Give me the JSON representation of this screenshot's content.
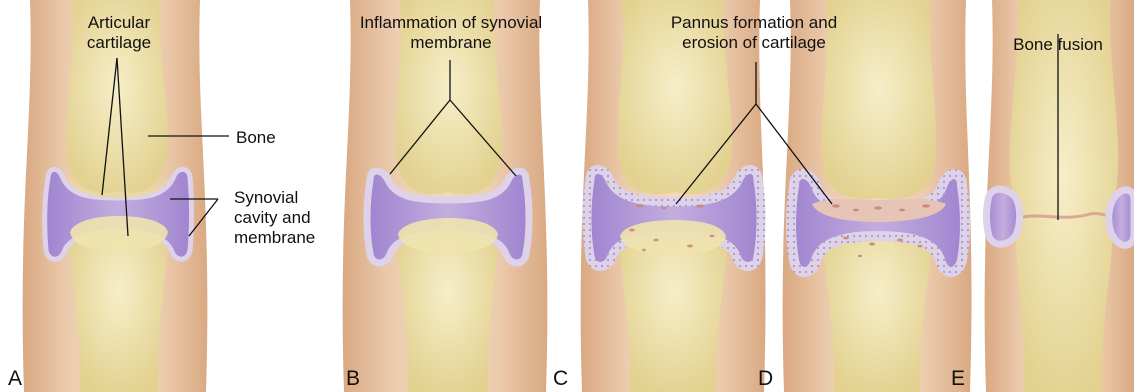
{
  "panels": [
    {
      "letter": "A",
      "labels": {
        "cartilage_l1": "Articular",
        "cartilage_l2": "cartilage",
        "bone": "Bone",
        "syn_l1": "Synovial",
        "syn_l2": "cavity and",
        "syn_l3": "membrane"
      }
    },
    {
      "letter": "B",
      "labels": {
        "l1": "Inflammation of synovial",
        "l2": "membrane"
      }
    },
    {
      "letter": "C",
      "labels": {
        "l1": "Pannus formation and",
        "l2": "erosion of cartilage"
      }
    },
    {
      "letter": "D"
    },
    {
      "letter": "E",
      "labels": {
        "l1": "Bone fusion"
      }
    }
  ],
  "colors": {
    "skin": "#e9c6a6",
    "skin_edge": "#d9a982",
    "bone": "#f1e6b4",
    "bone_shade": "#e2d18f",
    "synovium": "#b9a0dc",
    "synovium_inner": "#a285cf",
    "membrane": "#ddd2ea",
    "erosion": "#c8877a"
  }
}
